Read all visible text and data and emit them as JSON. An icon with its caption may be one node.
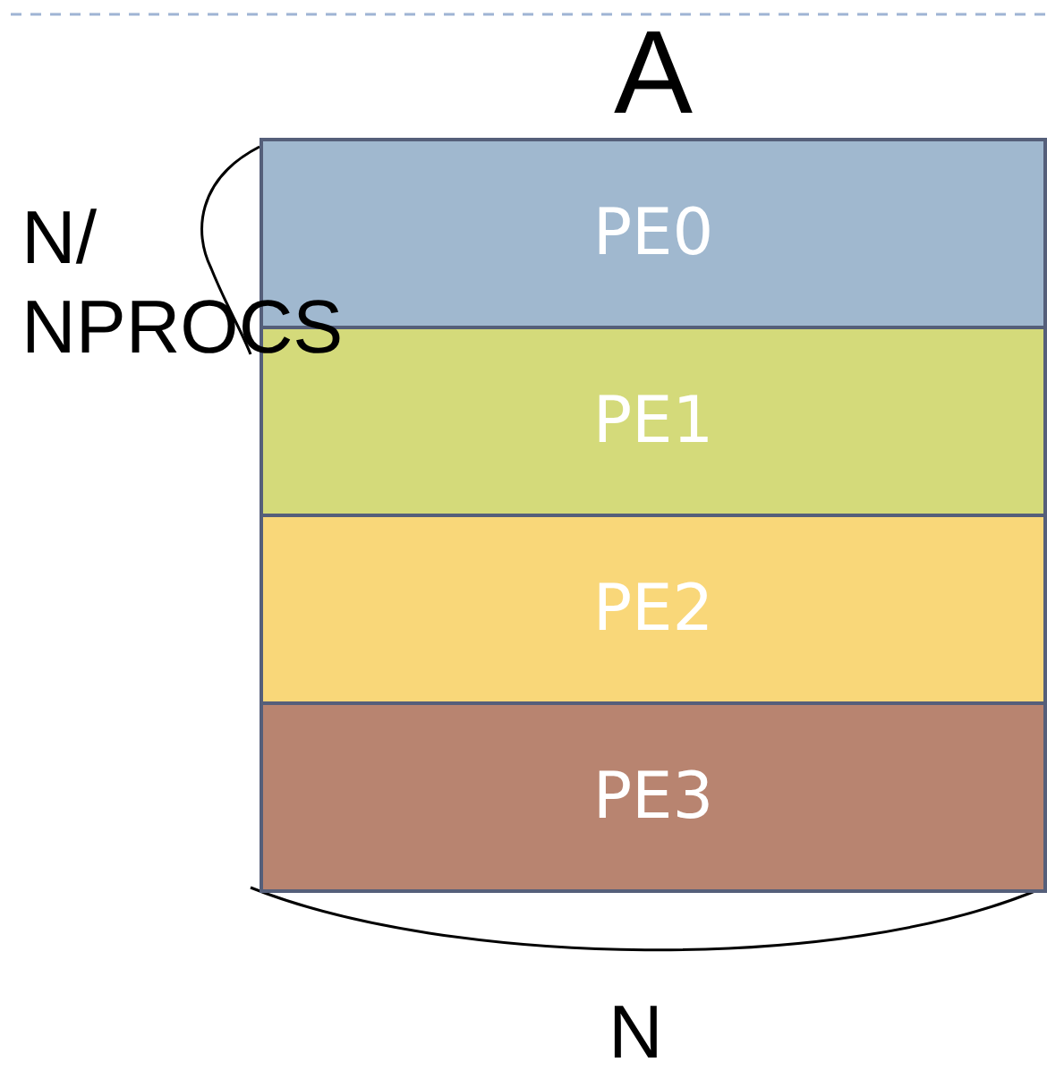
{
  "diagram": {
    "nodes": [
      {
        "text": [
          "A"
        ]
      },
      {
        "text": [
          "PE0"
        ],
        "in": 0
      },
      {
        "text": [
          "PE1"
        ],
        "in": 0
      },
      {
        "text": [
          "PE2"
        ],
        "in": 0
      },
      {
        "text": [
          "PE3"
        ],
        "in": 0
      }
    ],
    "edges": [],
    "labels": [
      "N/ NPROCS",
      "N"
    ]
  }
}
